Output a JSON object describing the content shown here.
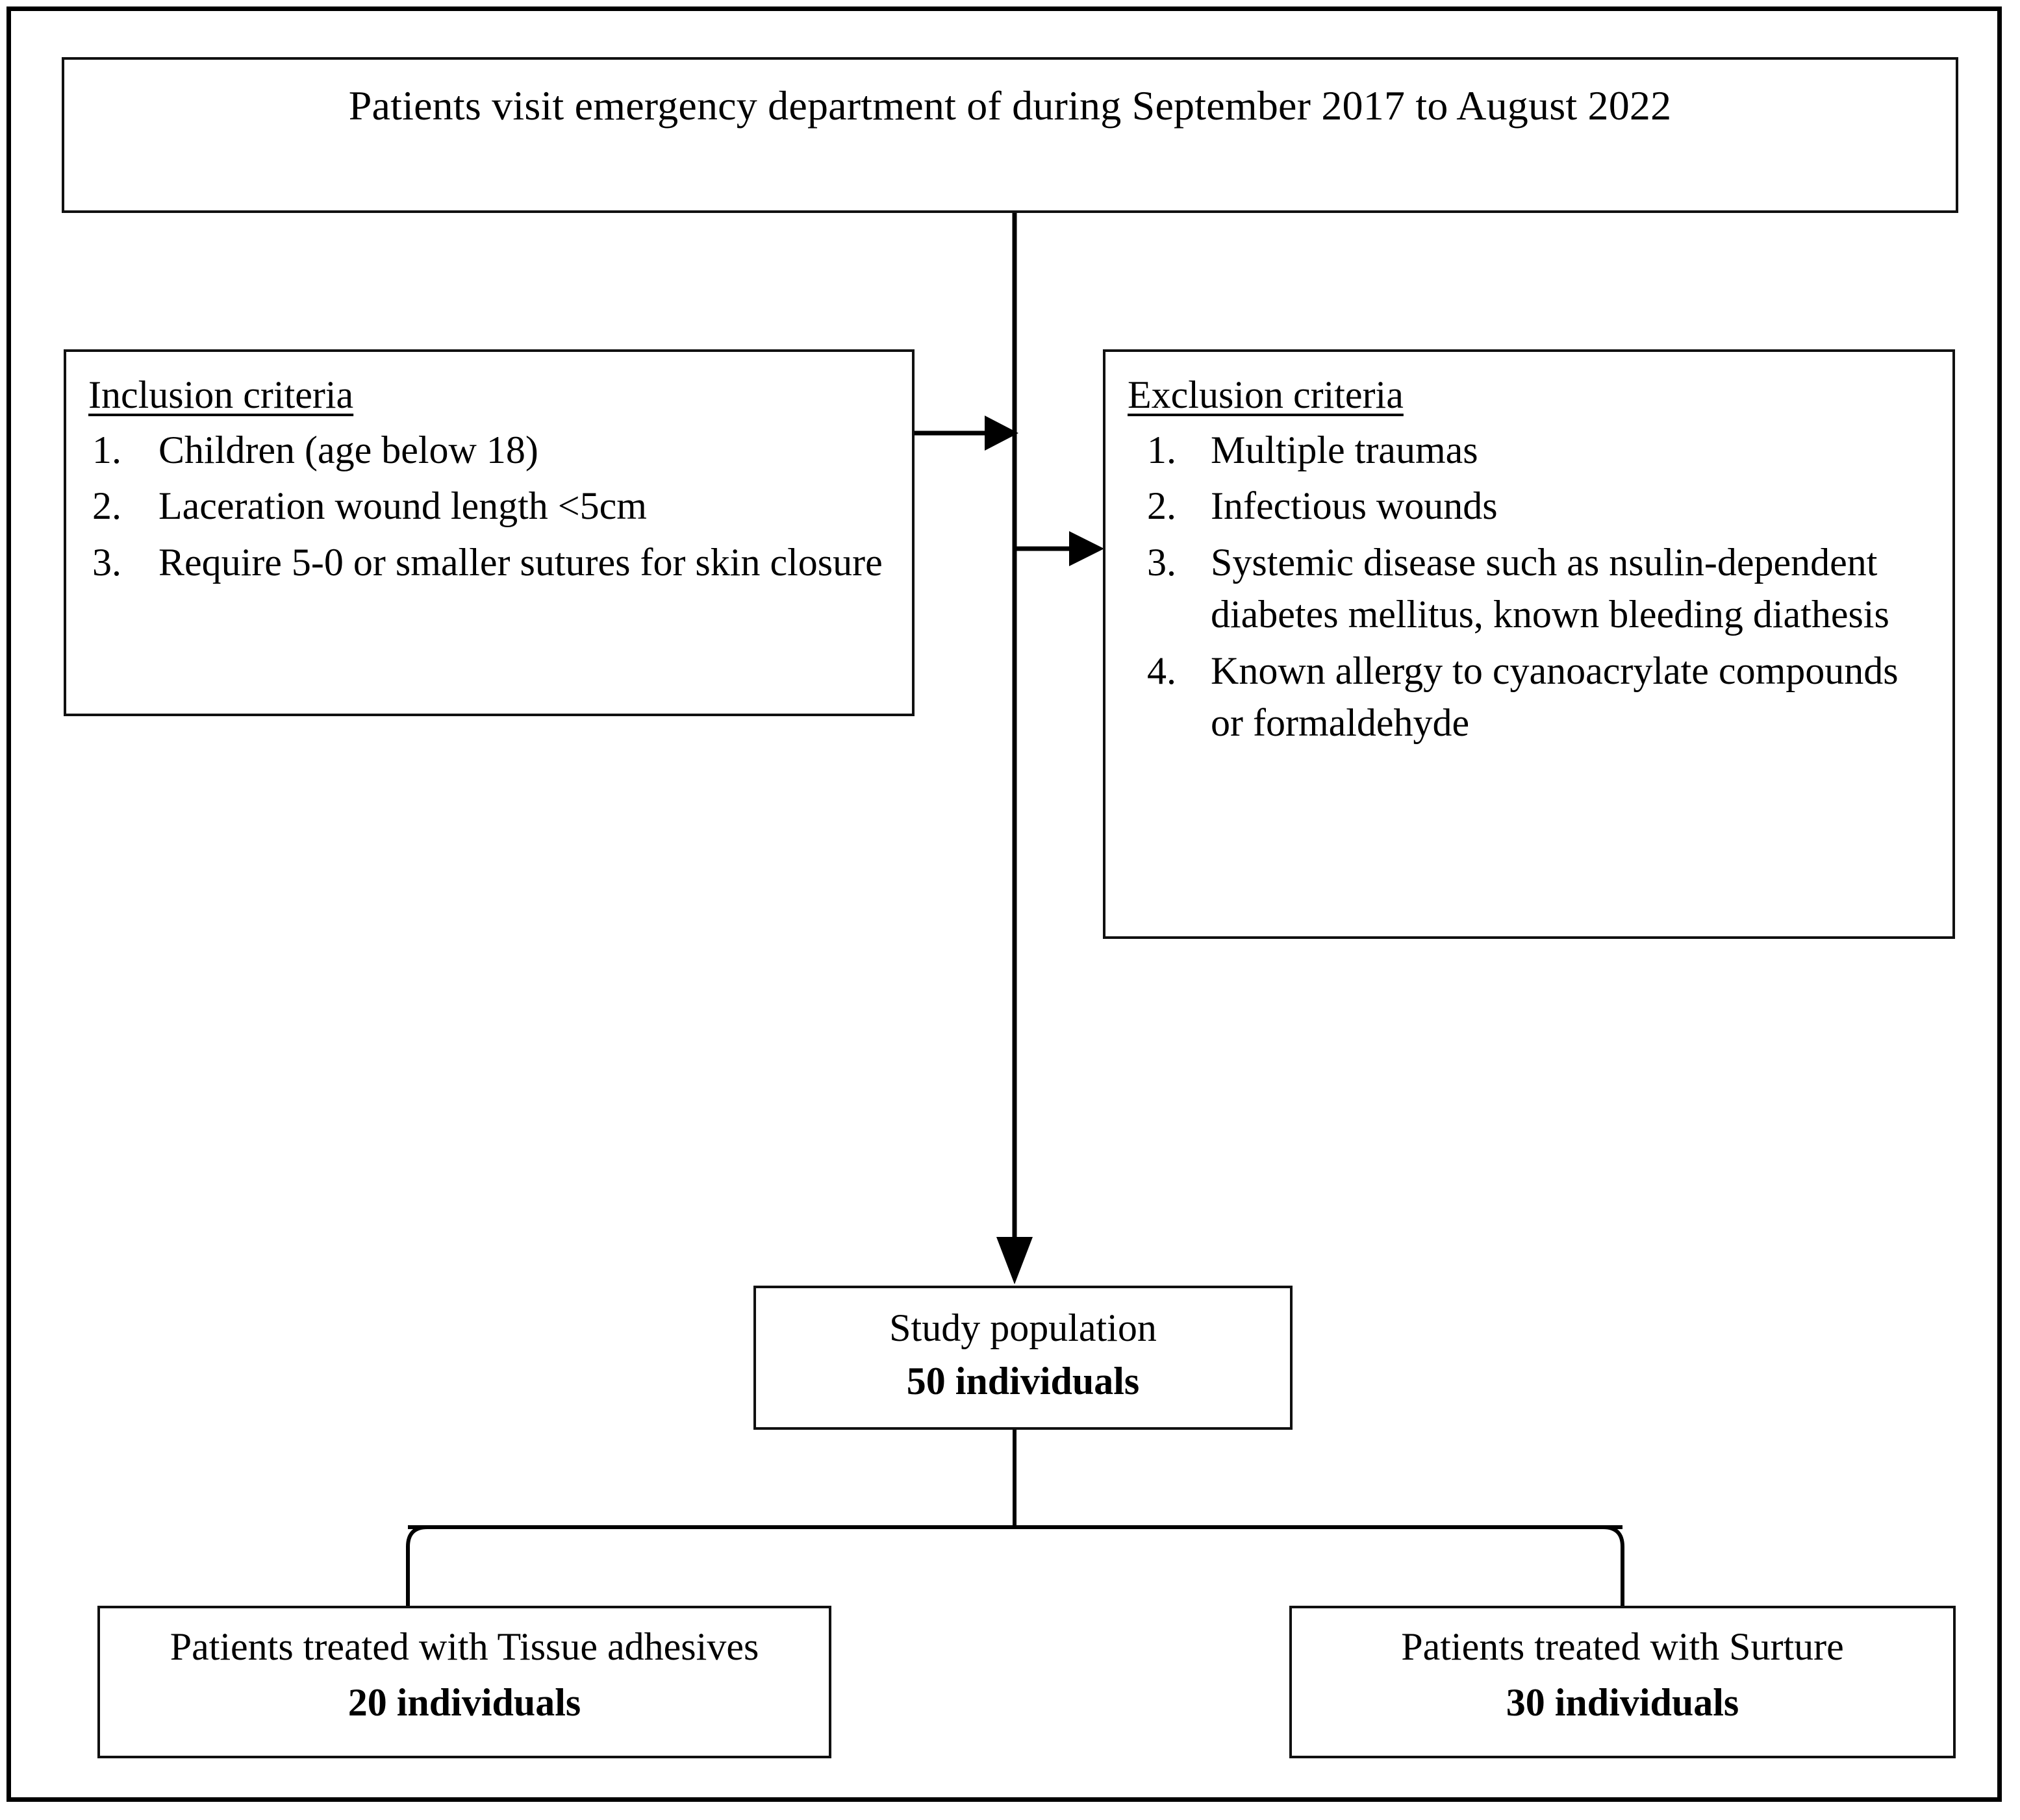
{
  "figure": {
    "type": "study-flow-diagram",
    "frame": {
      "border_color": "#000000"
    }
  },
  "top_box": {
    "text": "Patients visit emergency department of during September 2017 to August 2022"
  },
  "inclusion_box": {
    "heading": "Inclusion criteria",
    "items": [
      {
        "num": "1.",
        "text": "Children (age below 18)"
      },
      {
        "num": "2.",
        "text": "Laceration wound length <5cm"
      },
      {
        "num": "3.",
        "text": "Require 5-0 or smaller sutures for skin closure"
      }
    ]
  },
  "exclusion_box": {
    "heading": "Exclusion criteria",
    "items": [
      {
        "num": "1.",
        "text": "Multiple traumas"
      },
      {
        "num": "2.",
        "text": "Infectious wounds"
      },
      {
        "num": "3.",
        "text": "Systemic disease such as nsulin-dependent diabetes mellitus, known bleeding diathesis"
      },
      {
        "num": "4.",
        "text": "Known allergy to cyanoacrylate compounds or formaldehyde"
      }
    ]
  },
  "study_population_box": {
    "label": "Study population",
    "count": "50 individuals"
  },
  "tissue_adhesives_box": {
    "label": "Patients treated with Tissue adhesives",
    "count": "20 individuals"
  },
  "suture_box": {
    "label": "Patients treated with Surture",
    "count": "30 individuals"
  },
  "connectors": {
    "main_spine": "vertical-line-from-top-box-to-study-population",
    "inclusion_arrow": "arrow-right-into-spine",
    "exclusion_arrow": "arrow-right-from-spine-into-exclusion-box",
    "study_arrow": "arrow-down-into-study-population",
    "split_brace": "curly-split-to-two-treatment-boxes"
  }
}
